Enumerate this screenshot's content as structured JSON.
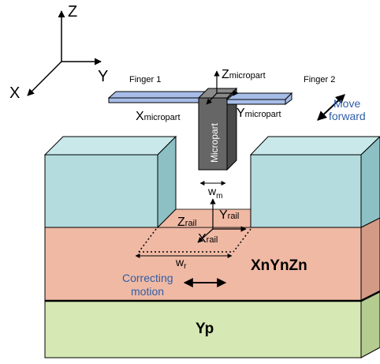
{
  "axes": {
    "z": "Z",
    "x": "X",
    "y": "Y"
  },
  "fingers": {
    "left": "Finger 1",
    "right": "Finger 2"
  },
  "micropart": {
    "body_label": "Micropart",
    "z_base": "Z",
    "z_sub": "micropart",
    "x_base": "X",
    "x_sub": "micropart",
    "y_base": "Y",
    "y_sub": "micropart",
    "width_base": "w",
    "width_sub": "m"
  },
  "move": {
    "line1": "Move",
    "line2": "forward"
  },
  "rail": {
    "z_base": "Z",
    "z_sub": "rail",
    "y_base": "Y",
    "y_sub": "rail",
    "x_base": "X",
    "x_sub": "rail",
    "width_base": "w",
    "width_sub": "r"
  },
  "correcting": {
    "line1": "Correcting",
    "line2": "motion"
  },
  "stages": {
    "upper": "XnYnZn",
    "lower": "Yp"
  },
  "colors": {
    "block": "#b4dcde",
    "block_side": "#8cc0c4",
    "block_top": "#c9e8ea",
    "upper_stage": "#f0b9a4",
    "upper_stage_side": "#d39a86",
    "lower_stage": "#d6e8b3",
    "lower_stage_side": "#b4cc90",
    "finger": "#a7bde8",
    "micropart": "#666666",
    "micropart_dark": "#4a4a4a",
    "micropart_top": "#8a8a8a",
    "label_blue": "#2e5ea8"
  }
}
